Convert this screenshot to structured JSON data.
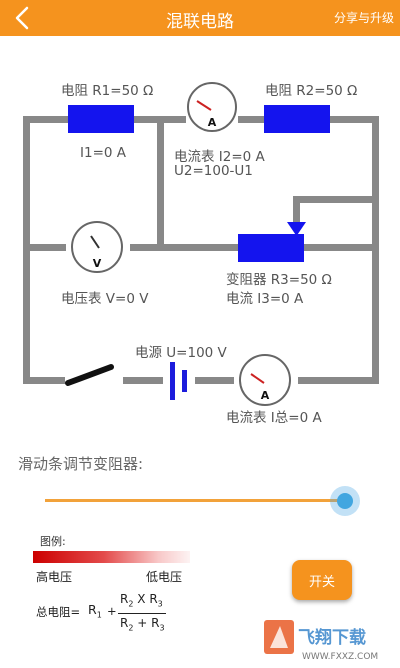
{
  "header": {
    "title": "混联电路",
    "share_label": "分享与升级"
  },
  "circuit": {
    "r1_label": "电阻 R1=50 Ω",
    "r2_label": "电阻 R2=50 Ω",
    "i1_label": "I1=0 A",
    "ammeter_i2_label": "电流表 I2=0 A",
    "u2_label": "U2=100-U1",
    "r3_label": "变阻器 R3=50 Ω",
    "i3_label": "电流 I3=0 A",
    "voltmeter_label": "电压表 V=0 V",
    "source_label": "电源 U=100 V",
    "ammeter_total_label": "电流表 I总=0 A",
    "ammeter_symbol": "A",
    "voltmeter_symbol": "V",
    "wire_color": "#888888",
    "resistor_color": "#1414ee",
    "battery_color": "#1c1cdc"
  },
  "slider": {
    "label": "滑动条调节变阻器:",
    "value_percent": 100
  },
  "legend": {
    "title": "图例:",
    "high_label": "高电压",
    "low_label": "低电压"
  },
  "formula": {
    "prefix": "总电阻=",
    "r1": "R",
    "r1_sub": "1",
    "plus": "+",
    "num_r2": "R",
    "num_r2_sub": "2",
    "times": "X",
    "num_r3": "R",
    "num_r3_sub": "3",
    "den_r2": "R",
    "den_r2_sub": "2",
    "den_plus": "+",
    "den_r3": "R",
    "den_r3_sub": "3"
  },
  "switch_button": {
    "label": "开关"
  },
  "watermark": {
    "brand": "飞翔下载",
    "url": "WWW.FXXZ.COM"
  },
  "colors": {
    "accent": "#f5931e",
    "slider_thumb": "#41a6e0"
  }
}
